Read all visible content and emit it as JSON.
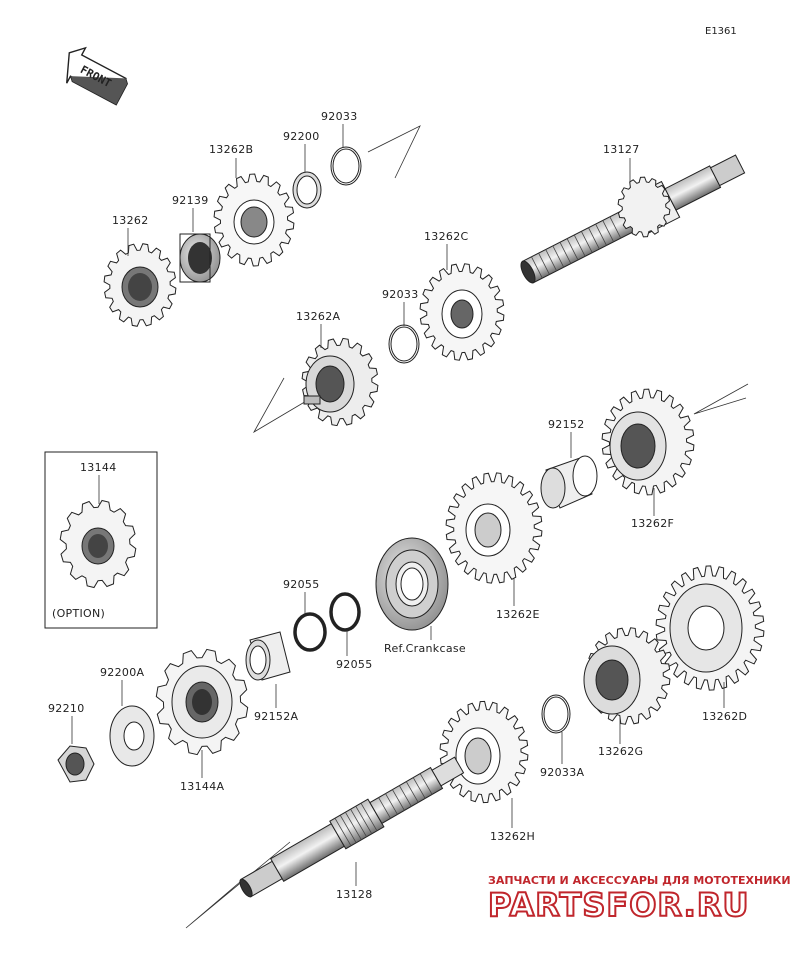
{
  "diagram_code": "E1361",
  "front_marker": "FRONT",
  "option_box": {
    "part": "13144",
    "caption": "(OPTION)"
  },
  "labels": {
    "p13262": "13262",
    "p92139": "92139",
    "p13262B": "13262B",
    "p92200": "92200",
    "p92033_top": "92033",
    "p13127": "13127",
    "p13262C": "13262C",
    "p92033_mid": "92033",
    "p13262A": "13262A",
    "p92152": "92152",
    "p13262F": "13262F",
    "p13262E": "13262E",
    "p92055_a": "92055",
    "p92055_b": "92055",
    "ref_crankcase": "Ref.Crankcase",
    "p92200A": "92200A",
    "p92210": "92210",
    "p92152A": "92152A",
    "p13144A": "13144A",
    "p13262D": "13262D",
    "p13262G": "13262G",
    "p92033A": "92033A",
    "p13262H": "13262H",
    "p13128": "13128"
  },
  "watermark": {
    "tagline": "ЗАПЧАСТИ И АКСЕССУАРЫ ДЛЯ МОТОТЕХНИКИ",
    "brand": "PARTSFOR.RU",
    "brand_color": "#c0262c"
  }
}
